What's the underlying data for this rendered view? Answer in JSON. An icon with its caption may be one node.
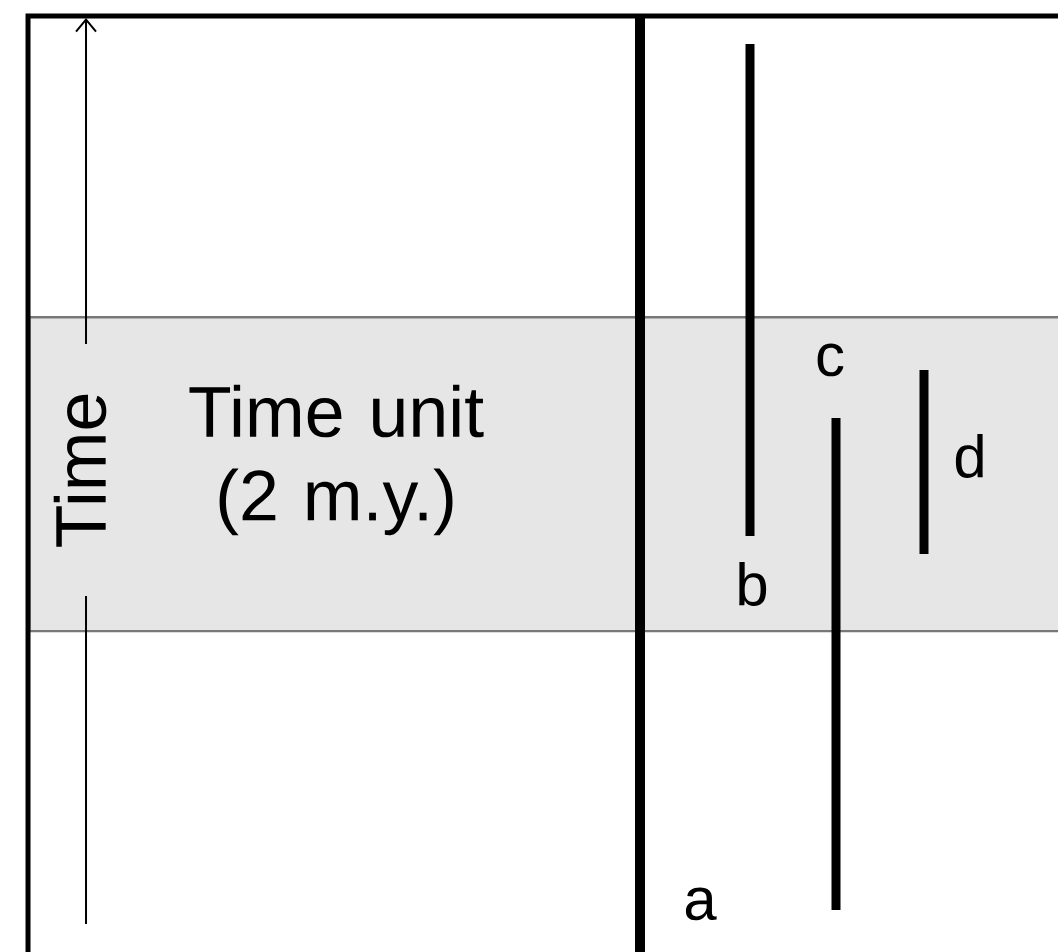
{
  "diagram": {
    "nodes": [
      {
        "text": [
          "Time unit (2 m.y.)"
        ]
      }
    ],
    "labels": [
      "Time",
      "a",
      "b",
      "c",
      "d"
    ]
  }
}
